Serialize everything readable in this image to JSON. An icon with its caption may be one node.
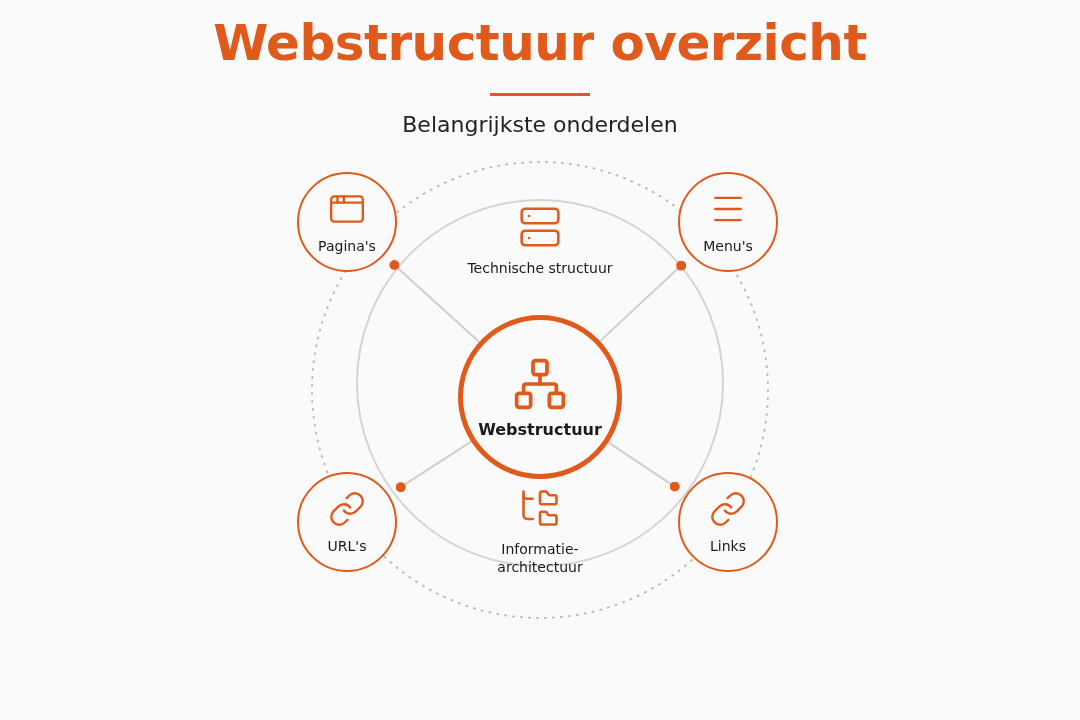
{
  "diagram": {
    "title": "Webstructuur overzicht",
    "nodes": [
      {
        "text": [
          "Pagina's"
        ]
      },
      {
        "text": [
          "Menu's"
        ]
      },
      {
        "text": [
          "Webstructuur"
        ]
      },
      {
        "text": [
          "URL's"
        ]
      },
      {
        "text": [
          "Links"
        ]
      }
    ],
    "edges": [
      {
        "from": 2,
        "to": 0,
        "arrow": "other"
      },
      {
        "from": 2,
        "to": 1,
        "arrow": "other"
      },
      {
        "from": 2,
        "to": 3,
        "arrow": "other"
      },
      {
        "from": 2,
        "to": 4,
        "arrow": "other"
      }
    ],
    "labels": [
      "Belangrijkste onderdelen",
      "Technische structuur",
      "Informatie-architectuur"
    ]
  }
}
